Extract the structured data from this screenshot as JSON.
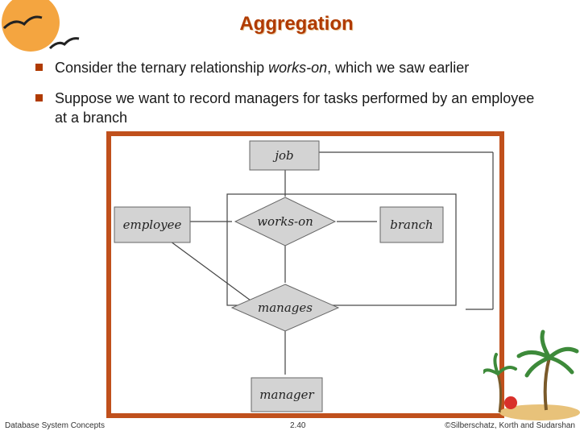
{
  "slide": {
    "title": "Aggregation",
    "bullets": [
      {
        "plain": "Consider the ternary relationship ",
        "emphasis": "works-on",
        "tail": ", which we saw earlier"
      },
      {
        "plain": "Suppose we want to record managers for tasks performed by an employee at a branch"
      }
    ]
  },
  "diagram": {
    "entities": [
      "job",
      "employee",
      "branch",
      "manager"
    ],
    "relationships": [
      "works-on",
      "manages"
    ]
  },
  "footer": {
    "left": "Database System Concepts",
    "center": "2.40",
    "right": "©Silberschatz, Korth and Sudarshan"
  },
  "colors": {
    "title": "#b03a00",
    "frame": "#c0501c",
    "shape_fill": "#d3d3d3"
  },
  "icons": [
    "bird-logo-icon",
    "palm-island-icon",
    "bullet-square-icon"
  ]
}
